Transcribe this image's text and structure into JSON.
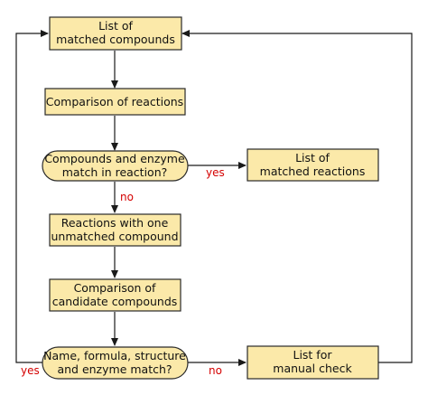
{
  "colors": {
    "node_fill": "#fbe9a9",
    "node_stroke": "#2a2a2a",
    "edge": "#1a1a1a",
    "label": "#d40000"
  },
  "nodes": {
    "matched_compounds": {
      "shape": "rect",
      "lines": [
        "List of",
        "matched compounds"
      ]
    },
    "comparison_reactions": {
      "shape": "rect",
      "lines": [
        "Comparison of reactions"
      ]
    },
    "decision_match_reaction": {
      "shape": "terminal",
      "lines": [
        "Compounds and enzyme",
        "match in reaction?"
      ]
    },
    "matched_reactions": {
      "shape": "rect",
      "lines": [
        "List of",
        "matched reactions"
      ]
    },
    "reactions_unmatched": {
      "shape": "rect",
      "lines": [
        "Reactions with one",
        "unmatched compound"
      ]
    },
    "comparison_candidates": {
      "shape": "rect",
      "lines": [
        "Comparison of",
        "candidate compounds"
      ]
    },
    "decision_name_formula": {
      "shape": "terminal",
      "lines": [
        "Name, formula, structure",
        "and enzyme match?"
      ]
    },
    "manual_check": {
      "shape": "rect",
      "lines": [
        "List for",
        "manual check"
      ]
    }
  },
  "edges": [
    {
      "from": "matched_compounds",
      "to": "comparison_reactions",
      "label": ""
    },
    {
      "from": "comparison_reactions",
      "to": "decision_match_reaction",
      "label": ""
    },
    {
      "from": "decision_match_reaction",
      "to": "matched_reactions",
      "label": "yes"
    },
    {
      "from": "decision_match_reaction",
      "to": "reactions_unmatched",
      "label": "no"
    },
    {
      "from": "reactions_unmatched",
      "to": "comparison_candidates",
      "label": ""
    },
    {
      "from": "comparison_candidates",
      "to": "decision_name_formula",
      "label": ""
    },
    {
      "from": "decision_name_formula",
      "to": "manual_check",
      "label": "no"
    },
    {
      "from": "decision_name_formula",
      "to": "matched_compounds",
      "label": "yes"
    },
    {
      "from": "manual_check",
      "to": "matched_compounds",
      "label": ""
    }
  ]
}
